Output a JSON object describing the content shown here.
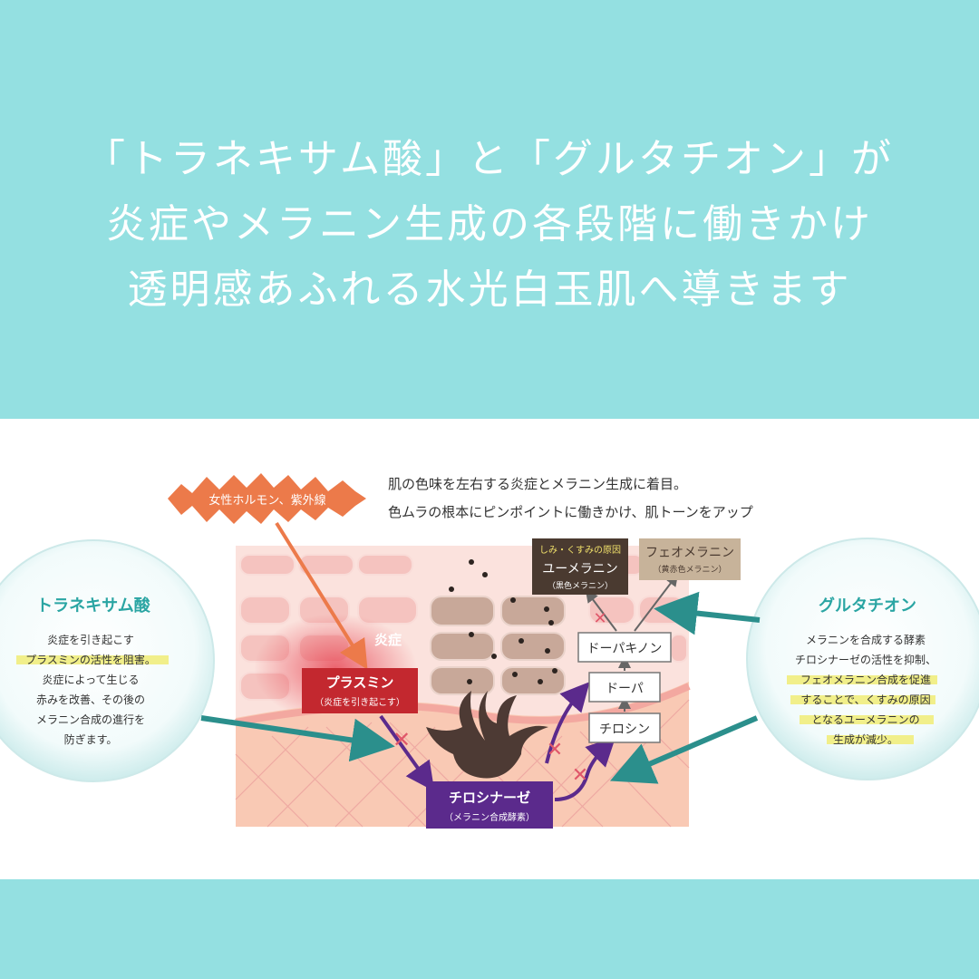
{
  "headline": {
    "line1": "「トラネキサム酸」と「グルタチオン」が",
    "line2": "炎症やメラニン生成の各段階に働きかけ",
    "line3": "透明感あふれる水光白玉肌へ導きます"
  },
  "diagram": {
    "intro_line1": "肌の色味を左右する炎症とメラニン生成に着目。",
    "intro_line2": "色ムラの根本にピンポイントに働きかけ、肌トーンをアップ",
    "trigger": "女性ホルモン、紫外線",
    "inflammation": "炎症",
    "plasmin": "プラスミン",
    "plasmin_sub": "（炎症を引き起こす）",
    "tyrosinase": "チロシナーゼ",
    "tyrosinase_sub": "（メラニン合成酵素）",
    "tyrosine": "チロシン",
    "dopa": "ドーパ",
    "dopaquinone": "ドーパキノン",
    "eumelanin_tag": "しみ・くすみの原因",
    "eumelanin": "ユーメラニン",
    "eumelanin_sub": "（黒色メラニン）",
    "pheomelanin": "フェオメラニン",
    "pheomelanin_sub": "（黄赤色メラニン）",
    "tranexamic": {
      "title": "トラネキサム酸",
      "lines": [
        "炎症を引き起こす",
        "プラスミンの活性を阻害。",
        "炎症によって生じる",
        "赤みを改善、その後の",
        "メラニン合成の進行を",
        "防ぎます。"
      ]
    },
    "glutathione": {
      "title": "グルタチオン",
      "lines": [
        "メラニンを合成する酵素",
        "チロシナーゼの活性を抑制、",
        "フェオメラニン合成を促進",
        "することで、くすみの原因",
        "となるユーメラニンの",
        "生成が減少。"
      ]
    },
    "colors": {
      "teal": "#2b8f8c",
      "title_teal": "#2aa5a3",
      "plasmin_red": "#c3282f",
      "tyrosinase_purple": "#5b2a8c",
      "eumelanin_dark": "#4a3a30",
      "pheomelanin_tan": "#c7b39a",
      "trigger_orange": "#ec7a4a",
      "highlight": "#f1ef8a"
    }
  }
}
